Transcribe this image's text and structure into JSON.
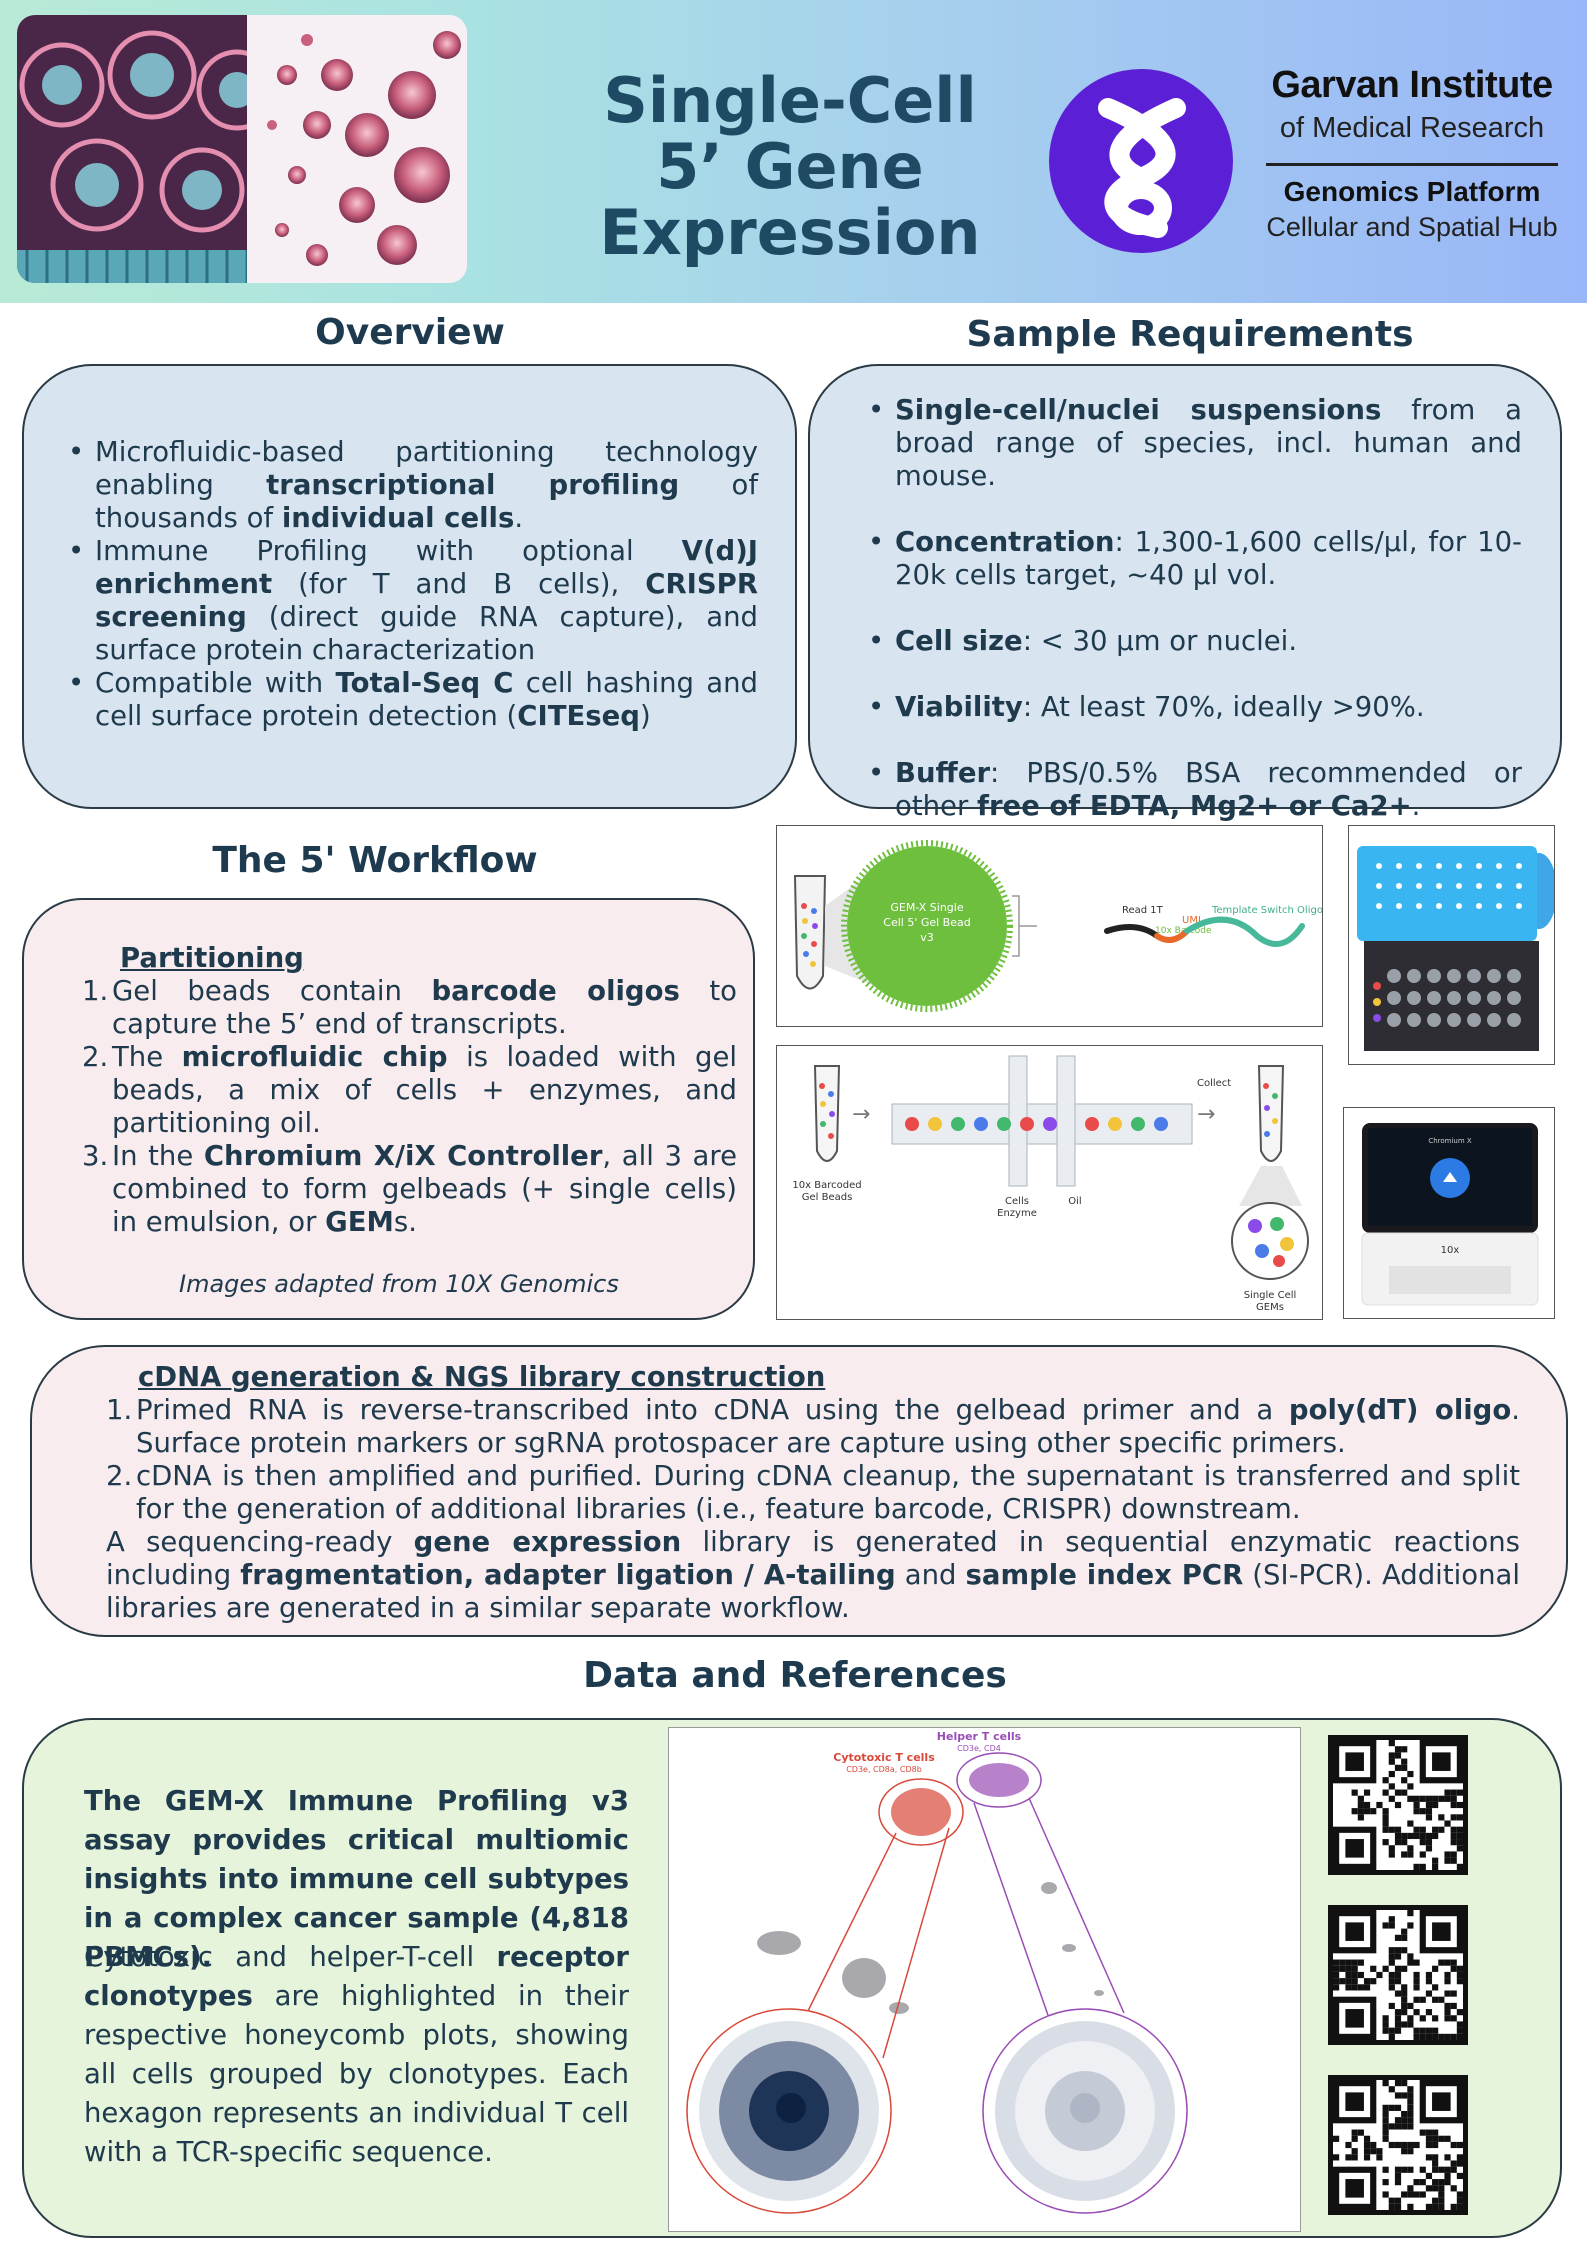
{
  "header": {
    "title_lines": [
      "Single-Cell",
      "5’ Gene",
      "Expression"
    ],
    "institute": "Garvan Institute",
    "institute_sub": "of Medical Research",
    "platform": "Genomics Platform",
    "hub": "Cellular and Spatial Hub",
    "brand_color": "#5b1fd6"
  },
  "overview": {
    "title": "Overview",
    "bullets": [
      [
        {
          "t": "Microfluidic-based partitioning technology enabling "
        },
        {
          "b": "transcriptional profiling"
        },
        {
          "t": " of thousands of "
        },
        {
          "b": "individual cells"
        },
        {
          "t": "."
        }
      ],
      [
        {
          "t": "Immune Profiling with optional "
        },
        {
          "b": "V(d)J enrichment"
        },
        {
          "t": " (for T and B cells), "
        },
        {
          "b": "CRISPR screening"
        },
        {
          "t": " (direct guide RNA capture), and surface protein characterization"
        }
      ],
      [
        {
          "t": "Compatible with "
        },
        {
          "b": "Total-Seq C"
        },
        {
          "t": " cell hashing and cell surface protein detection ("
        },
        {
          "b": "CITEseq"
        },
        {
          "t": ")"
        }
      ]
    ]
  },
  "sample": {
    "title": "Sample Requirements",
    "bullets": [
      [
        {
          "b": "Single-cell/nuclei suspensions"
        },
        {
          "t": " from a broad range of species, incl. human and mouse."
        }
      ],
      [
        {
          "b": "Concentration"
        },
        {
          "t": ": 1,300-1,600 cells/µl, for 10-20k cells target, ~40 µl vol."
        }
      ],
      [
        {
          "b": "Cell size"
        },
        {
          "t": ":  < 30 µm or nuclei."
        }
      ],
      [
        {
          "b": "Viability"
        },
        {
          "t": ": At least 70%, ideally >90%."
        }
      ],
      [
        {
          "b": "Buffer"
        },
        {
          "t": ": PBS/0.5% BSA recommended or other "
        },
        {
          "b": "free of EDTA, Mg2+ or Ca2+"
        },
        {
          "t": "."
        }
      ]
    ]
  },
  "workflow": {
    "title": "The 5' Workflow",
    "heading": "Partitioning",
    "steps": [
      [
        {
          "t": "Gel beads contain "
        },
        {
          "b": "barcode oligos"
        },
        {
          "t": " to capture the 5’ end of transcripts."
        }
      ],
      [
        {
          "t": "The "
        },
        {
          "b": "microfluidic chip"
        },
        {
          "t": " is loaded with gel beads, a mix of cells + enzymes, and partitioning oil."
        }
      ],
      [
        {
          "t": "In the "
        },
        {
          "b": "Chromium X/iX Controller"
        },
        {
          "t": ", all 3 are combined to form gelbeads (+ single cells) in emulsion, or "
        },
        {
          "b": "GEM"
        },
        {
          "t": "s."
        }
      ]
    ],
    "credit": "Images adapted from 10X Genomics",
    "fig1": {
      "bead_label": [
        "GEM-X Single",
        "Cell 5' Gel Bead",
        "v3"
      ],
      "read": "Read 1T",
      "barcode": "10x Barcode",
      "umi": "UMI",
      "tso": "Template Switch Oligo"
    },
    "fig2": {
      "beads": [
        "10x Barcoded",
        "Gel Beads"
      ],
      "cells": [
        "Cells",
        "Enzyme"
      ],
      "oil": "Oil",
      "collect": "Collect",
      "gems": [
        "Single Cell",
        "GEMs"
      ]
    },
    "device": {
      "screen": "Chromium X",
      "brand": "10x"
    }
  },
  "cdna": {
    "heading": "cDNA generation & NGS library construction",
    "steps": [
      [
        {
          "t": "Primed RNA is reverse-transcribed into cDNA using the gelbead primer and a "
        },
        {
          "b": "poly(dT) oligo"
        },
        {
          "t": ". Surface protein markers or sgRNA protospacer are capture using other specific primers."
        }
      ],
      [
        {
          "t": "cDNA is then amplified and purified. During cDNA cleanup, the supernatant is transferred and split for the generation of additional libraries (i.e., feature barcode, CRISPR) downstream."
        }
      ]
    ],
    "para": [
      {
        "t": "A sequencing-ready "
      },
      {
        "b": "gene expression"
      },
      {
        "t": " library is generated in sequential enzymatic reactions including "
      },
      {
        "b": "fragmentation, adapter ligation / A-tailing"
      },
      {
        "t": " and "
      },
      {
        "b": "sample index PCR"
      },
      {
        "t": " (SI-PCR). Additional libraries are generated in a similar separate workflow."
      }
    ]
  },
  "data": {
    "title": "Data and References",
    "lead": "The GEM-X Immune Profiling v3 assay provides critical multiomic insights into immune cell subtypes in a complex cancer sample (4,818 PBMCs).",
    "body": [
      {
        "t": "Cytotoxic and helper-T-cell "
      },
      {
        "b": "receptor clonotypes"
      },
      {
        "t": " are highlighted in their respective honeycomb plots, showing all cells grouped by clonotypes. Each hexagon represents an individual T cell with a TCR-specific sequence."
      }
    ],
    "fig": {
      "helper": "Helper T cells",
      "helper_markers": "CD3e, CD4",
      "cyto": "Cytotoxic T cells",
      "cyto_markers": "CD3e, CD8a, CD8b"
    }
  }
}
